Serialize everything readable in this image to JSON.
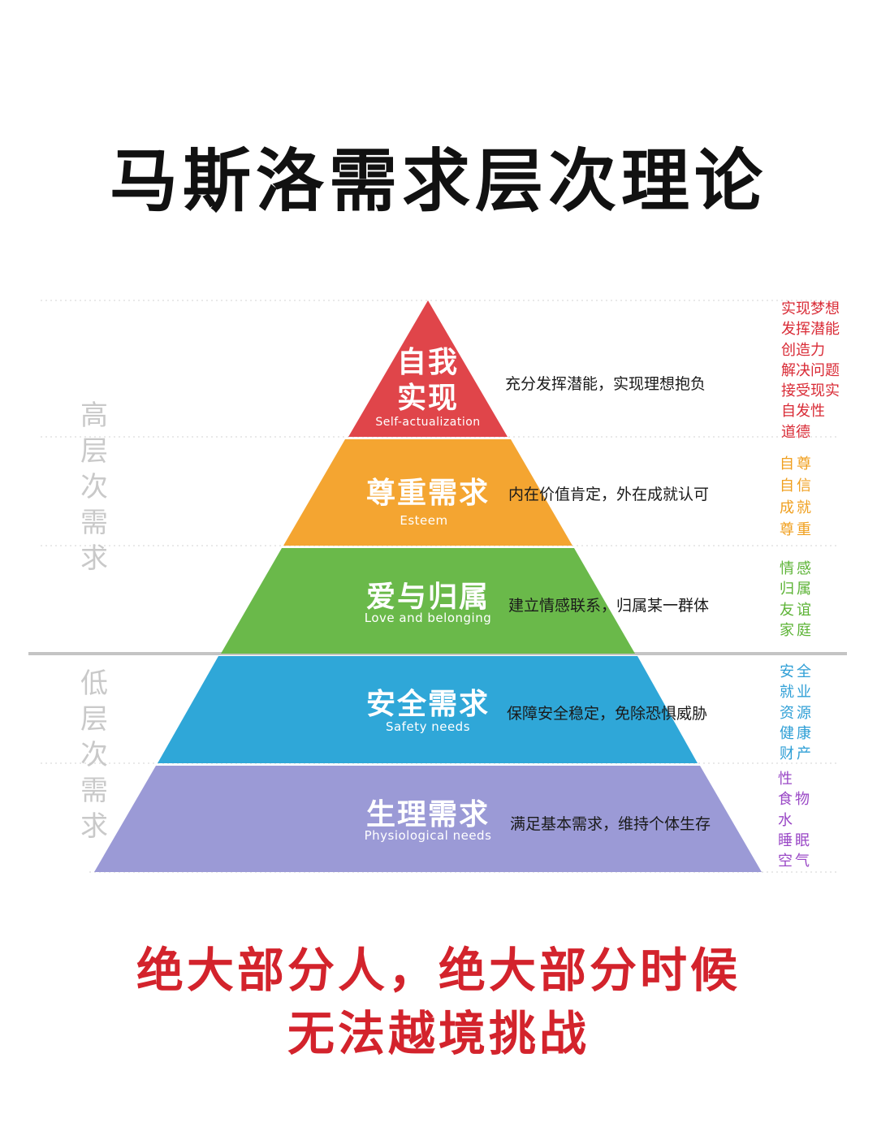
{
  "title": "马斯洛需求层次理论",
  "high_level_label": "高层次需求",
  "low_level_label": "低层次需求",
  "layers": [
    {
      "cn": "自我实现",
      "cn_line1": "自我",
      "cn_line2": "实现",
      "en": "Self-actualization",
      "desc": "充分发挥潜能，实现理想抱负",
      "color": "#e0454a",
      "keyword_color": "#d92b36",
      "keywords": [
        "实现梦想",
        "发挥潜能",
        "创造力",
        "解决问题",
        "接受现实",
        "自发性",
        "道德"
      ]
    },
    {
      "cn": "尊重需求",
      "en": "Esteem",
      "desc": "内在价值肯定，外在成就认可",
      "color": "#f4a531",
      "keyword_color": "#f0a020",
      "keywords": [
        "自尊",
        "自信",
        "成就",
        "尊重"
      ]
    },
    {
      "cn": "爱与归属",
      "en": "Love and belonging",
      "desc": "建立情感联系，归属某一群体",
      "color": "#6ab94a",
      "keyword_color": "#5cb335",
      "keywords": [
        "情感",
        "归属",
        "友谊",
        "家庭"
      ]
    },
    {
      "cn": "安全需求",
      "en": "Safety needs",
      "desc": "保障安全稳定，免除恐惧威胁",
      "color": "#2fa7d8",
      "keyword_color": "#2f9fd6",
      "keywords": [
        "安全",
        "就业",
        "资源",
        "健康",
        "财产"
      ]
    },
    {
      "cn": "生理需求",
      "en": "Physiological needs",
      "desc": "满足基本需求，维持个体生存",
      "color": "#9b9ad6",
      "keyword_color": "#9a48c6",
      "keywords": [
        "性",
        "食物",
        "水",
        "睡眠",
        "空气"
      ]
    }
  ],
  "bottom_line_1": "绝大部分人，绝大部分时候",
  "bottom_line_2": "无法越境挑战"
}
